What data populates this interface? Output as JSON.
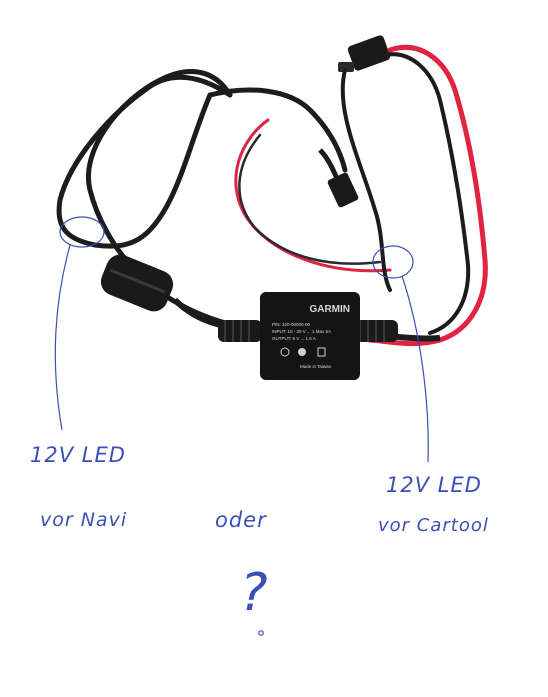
{
  "device": {
    "brand": "GARMIN",
    "label_lines": [
      "P/N: 320-00000-00",
      "INPUT: 10 - 30 V ... 1 Max 5A",
      "OUTPUT: 5 V ... 1.5 A",
      "Made in Taiwan"
    ]
  },
  "annotations": {
    "left_label_1": "12V LED",
    "left_label_2": "vor Navi",
    "middle_label": "oder",
    "question_mark": "?",
    "right_label_1": "12V LED",
    "right_label_2": "vor Cartool"
  },
  "colors": {
    "ink": "#3a4fb8",
    "cable_black": "#1c1c1c",
    "cable_red": "#e0233f",
    "box": "#141414"
  },
  "icons": {
    "device_box": "converter-box-icon",
    "fuse_holder": "fuse-holder-icon",
    "ferrite_core": "ferrite-core-icon",
    "plug": "mini-usb-plug-icon"
  }
}
